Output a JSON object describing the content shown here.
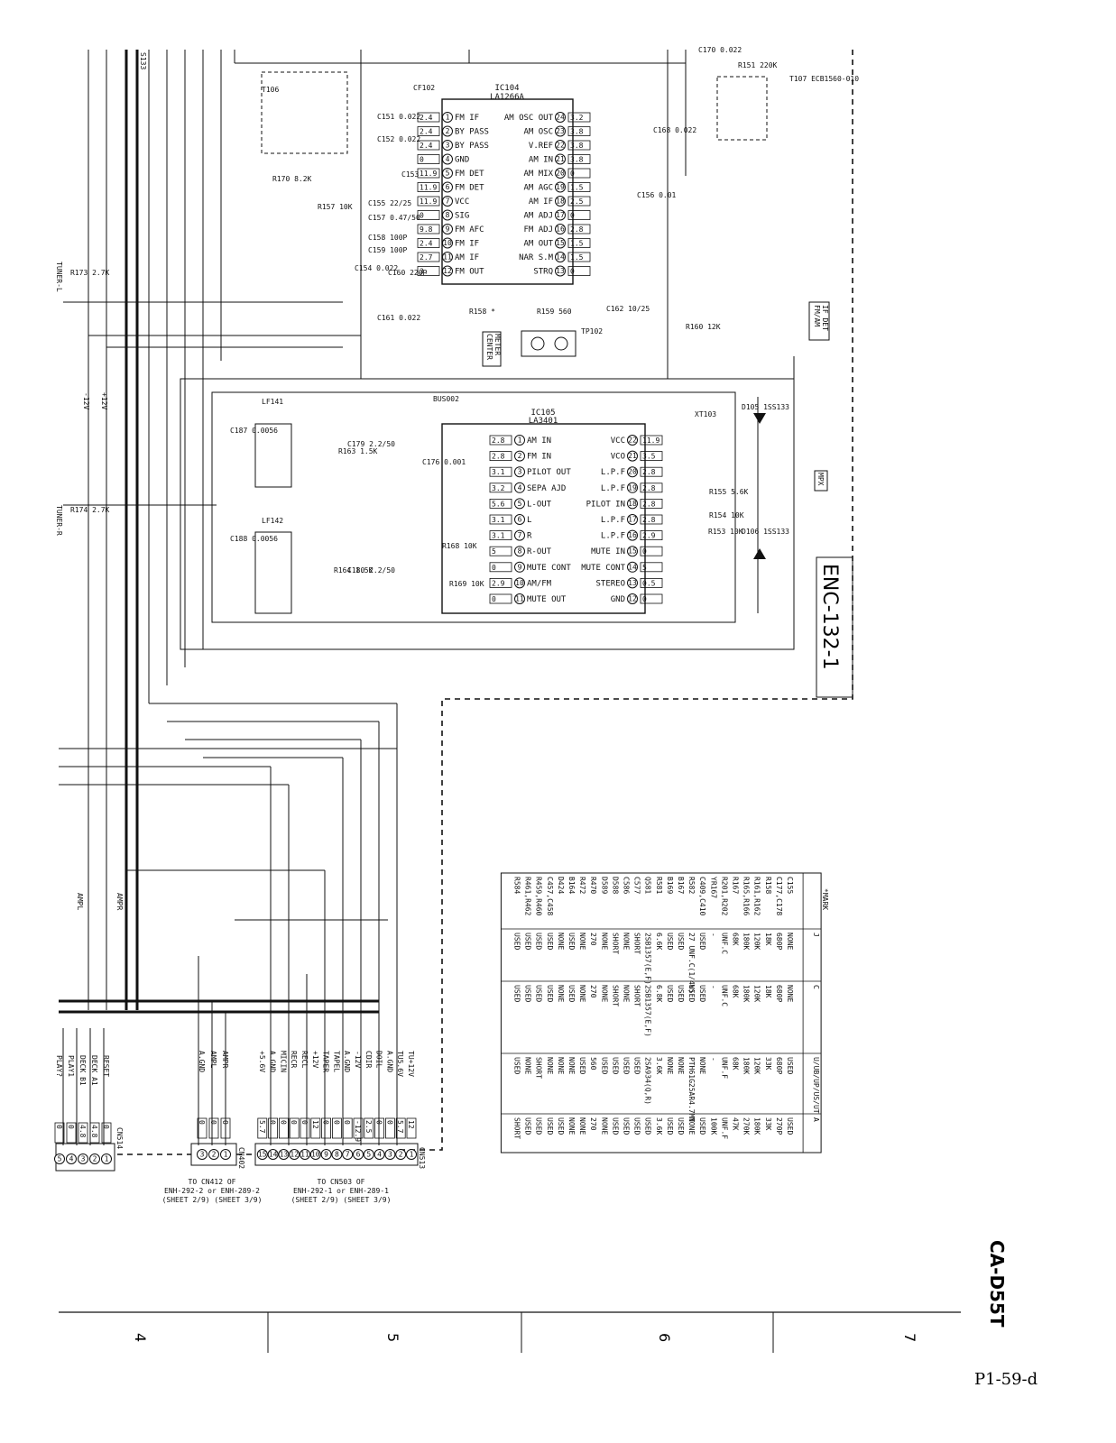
{
  "model": "CA-D55T",
  "page_ref": "P1-59-d",
  "board_label": "ENC-132-1",
  "fm_am_label": [
    "FM/AM",
    "IF DET"
  ],
  "mpx_label": "MPX",
  "center_meter_label": [
    "CENTER",
    "METER"
  ],
  "grid_columns": [
    "4",
    "5",
    "6",
    "7"
  ],
  "ic104": {
    "ref": "IC104",
    "part": "LA1266A",
    "left_pins": [
      {
        "n": "1",
        "name": "FM IF",
        "v": "2.4"
      },
      {
        "n": "2",
        "name": "BY PASS",
        "v": "2.4"
      },
      {
        "n": "3",
        "name": "BY PASS",
        "v": "2.4"
      },
      {
        "n": "4",
        "name": "GND",
        "v": "0"
      },
      {
        "n": "5",
        "name": "FM DET",
        "v": "11.9"
      },
      {
        "n": "6",
        "name": "FM DET",
        "v": "11.9"
      },
      {
        "n": "7",
        "name": "VCC",
        "v": "11.9"
      },
      {
        "n": "8",
        "name": "SIG",
        "v": "0"
      },
      {
        "n": "9",
        "name": "FM AFC",
        "v": "9.8"
      },
      {
        "n": "10",
        "name": "FM IF",
        "v": "2.4"
      },
      {
        "n": "11",
        "name": "AM IF",
        "v": "2.7"
      },
      {
        "n": "12",
        "name": "FM OUT",
        "v": "3."
      }
    ],
    "right_pins": [
      {
        "n": "24",
        "name": "AM OSC OUT",
        "v": "3.2"
      },
      {
        "n": "23",
        "name": "AM OSC",
        "v": "3.8"
      },
      {
        "n": "22",
        "name": "V.REF",
        "v": "3.8"
      },
      {
        "n": "21",
        "name": "AM IN",
        "v": "3.8"
      },
      {
        "n": "20",
        "name": "AM MIX",
        "v": "0"
      },
      {
        "n": "19",
        "name": "AM AGC",
        "v": "1.5"
      },
      {
        "n": "18",
        "name": "AM IF",
        "v": "2.5"
      },
      {
        "n": "17",
        "name": "AM ADJ",
        "v": "0"
      },
      {
        "n": "16",
        "name": "FM ADJ",
        "v": "2.8"
      },
      {
        "n": "15",
        "name": "AM OUT",
        "v": "1.5"
      },
      {
        "n": "14",
        "name": "NAR S.M",
        "v": "1.5"
      },
      {
        "n": "13",
        "name": "STRQ",
        "v": "0"
      }
    ]
  },
  "ic105": {
    "ref": "IC105",
    "part": "LA3401",
    "left_pins": [
      {
        "n": "1",
        "name": "AM IN",
        "v": "2.8"
      },
      {
        "n": "2",
        "name": "FM IN",
        "v": "2.8"
      },
      {
        "n": "3",
        "name": "PILOT OUT",
        "v": "3.1"
      },
      {
        "n": "4",
        "name": "SEPA AJD",
        "v": "3.2"
      },
      {
        "n": "5",
        "name": "L-OUT",
        "v": "5.6"
      },
      {
        "n": "6",
        "name": "L",
        "v": "3.1"
      },
      {
        "n": "7",
        "name": "R",
        "v": "3.1"
      },
      {
        "n": "8",
        "name": "R-OUT",
        "v": "5"
      },
      {
        "n": "9",
        "name": "MUTE CONT",
        "v": "0"
      },
      {
        "n": "10",
        "name": "AM/FM",
        "v": "2.9"
      },
      {
        "n": "11",
        "name": "MUTE OUT",
        "v": "0"
      }
    ],
    "right_pins": [
      {
        "n": "22",
        "name": "VCC",
        "v": "11.9"
      },
      {
        "n": "21",
        "name": "VCO",
        "v": "3.5"
      },
      {
        "n": "20",
        "name": "L.P.F",
        "v": "2.8"
      },
      {
        "n": "19",
        "name": "L.P.F",
        "v": "2.8"
      },
      {
        "n": "18",
        "name": "PILOT IN",
        "v": "2.8"
      },
      {
        "n": "17",
        "name": "L.P.F",
        "v": "2.8"
      },
      {
        "n": "16",
        "name": "L.P.F",
        "v": "2.9"
      },
      {
        "n": "15",
        "name": "MUTE IN",
        "v": "0"
      },
      {
        "n": "14",
        "name": "MUTE CONT",
        "v": "5"
      },
      {
        "n": "13",
        "name": "STEREO",
        "v": "0.5"
      },
      {
        "n": "12",
        "name": "GND",
        "v": "0"
      }
    ]
  },
  "components": [
    {
      "ref": "C151",
      "val": "0.022"
    },
    {
      "ref": "C152",
      "val": "0.022"
    },
    {
      "ref": "C153",
      "val": ""
    },
    {
      "ref": "C154",
      "val": "0.022"
    },
    {
      "ref": "C155",
      "val": "22/25"
    },
    {
      "ref": "C156",
      "val": "0.01"
    },
    {
      "ref": "C157",
      "val": "0.47/50"
    },
    {
      "ref": "C158",
      "val": "100P"
    },
    {
      "ref": "C159",
      "val": "100P"
    },
    {
      "ref": "C160",
      "val": "220P"
    },
    {
      "ref": "C161",
      "val": "0.022"
    },
    {
      "ref": "C162",
      "val": "10/25"
    },
    {
      "ref": "C168",
      "val": "0.022"
    },
    {
      "ref": "C170",
      "val": "0.022"
    },
    {
      "ref": "R151",
      "val": "220K"
    },
    {
      "ref": "R157",
      "val": "10K"
    },
    {
      "ref": "R170",
      "val": "8.2K"
    },
    {
      "ref": "R158",
      "val": "*"
    },
    {
      "ref": "R159",
      "val": "560"
    },
    {
      "ref": "R160",
      "val": "12K"
    },
    {
      "ref": "R173",
      "val": "2.7K"
    },
    {
      "ref": "R174",
      "val": "2.7K"
    },
    {
      "ref": "R153",
      "val": "10K"
    },
    {
      "ref": "R154",
      "val": "10K"
    },
    {
      "ref": "R155",
      "val": "5.6K"
    },
    {
      "ref": "R163",
      "val": "1.5K"
    },
    {
      "ref": "R164",
      "val": "1.5K"
    },
    {
      "ref": "R168",
      "val": "10K"
    },
    {
      "ref": "R169",
      "val": "10K"
    },
    {
      "ref": "C176",
      "val": "0.001"
    },
    {
      "ref": "C179",
      "val": "2.2/50"
    },
    {
      "ref": "C180",
      "val": "2.2/50"
    },
    {
      "ref": "C187",
      "val": "0.0056"
    },
    {
      "ref": "C188",
      "val": "0.0056"
    },
    {
      "ref": "T106",
      "val": ""
    },
    {
      "ref": "T107",
      "val": "ECB1560-010"
    },
    {
      "ref": "LF141",
      "val": ""
    },
    {
      "ref": "LF142",
      "val": ""
    },
    {
      "ref": "D105",
      "val": "1SS133"
    },
    {
      "ref": "D106",
      "val": "1SS133"
    },
    {
      "ref": "TP102",
      "val": ""
    },
    {
      "ref": "CF102",
      "val": ""
    },
    {
      "ref": "XT103",
      "val": ""
    },
    {
      "ref": "BUS002",
      "val": ""
    }
  ],
  "cn513": {
    "ref": "CN513",
    "pins": [
      {
        "n": "1",
        "name": "TU+12V",
        "v": "12"
      },
      {
        "n": "2",
        "name": "TU5.6V",
        "v": "5.7"
      },
      {
        "n": "3",
        "name": "A.GND",
        "v": "0"
      },
      {
        "n": "4",
        "name": "DOIL",
        "v": "0"
      },
      {
        "n": "5",
        "name": "CDIR",
        "v": "2.5"
      },
      {
        "n": "6",
        "name": "-12V",
        "v": "-12.9"
      },
      {
        "n": "7",
        "name": "A.GND",
        "v": "0"
      },
      {
        "n": "8",
        "name": "TAPEL",
        "v": "0"
      },
      {
        "n": "9",
        "name": "TAPER",
        "v": "0"
      },
      {
        "n": "10",
        "name": "+12V",
        "v": "12"
      },
      {
        "n": "11",
        "name": "RECL",
        "v": "0"
      },
      {
        "n": "12",
        "name": "RECR",
        "v": "0"
      },
      {
        "n": "13",
        "name": "MICIN",
        "v": "0"
      },
      {
        "n": "14",
        "name": "A.GND",
        "v": "0"
      },
      {
        "n": "15",
        "name": "+5.6V",
        "v": "5.7"
      }
    ]
  },
  "cn402": {
    "ref": "CN402",
    "pins": [
      {
        "n": "1",
        "name": "AMPR",
        "v": "0"
      },
      {
        "n": "2",
        "name": "AMPL",
        "v": "0"
      },
      {
        "n": "3",
        "name": "A.GND",
        "v": "0"
      }
    ]
  },
  "cn514": {
    "ref": "CN514",
    "pins": [
      {
        "n": "1",
        "name": "RESET",
        "v": "0"
      },
      {
        "n": "2",
        "name": "DECK A1",
        "v": "4.8"
      },
      {
        "n": "3",
        "name": "DECK B1",
        "v": "4.8"
      },
      {
        "n": "4",
        "name": "PLAY1",
        "v": "0"
      },
      {
        "n": "5",
        "name": "PLAY?",
        "v": "0"
      }
    ]
  },
  "side_labels": [
    "S133",
    "+12V",
    "-12V",
    "AMPL",
    "AMPR",
    "TUNER-L",
    "TUNER-R"
  ],
  "cn_notes": [
    {
      "title": "TO CN412 OF",
      "line2": "ENH-292-2 or ENH-289-2",
      "line3": "(SHEET 2/9)  (SHEET 3/9)"
    },
    {
      "title": "TO CN503 OF",
      "line2": "ENH-292-1 or ENH-289-1",
      "line3": "(SHEET 2/9)  (SHEET 3/9)"
    }
  ],
  "mark_table": {
    "title": "*MARK",
    "headers": [
      "",
      "J",
      "C",
      "U/UB/UP/US/UT",
      "A"
    ],
    "rows": [
      [
        "C155",
        "NONE",
        "NONE",
        "USED",
        "USED"
      ],
      [
        "C177,C178",
        "680P",
        "680P",
        "680P",
        "270P"
      ],
      [
        "R158",
        "18K",
        "18K",
        "33K",
        "33K"
      ],
      [
        "R161,R162",
        "120K",
        "120K",
        "120K",
        "180K"
      ],
      [
        "R165,R166",
        "180K",
        "180K",
        "180K",
        "270K"
      ],
      [
        "R167",
        "68K",
        "68K",
        "68K",
        "47K"
      ],
      [
        "R201,R202",
        "UNF.C",
        "UNF.C",
        "UNF.F",
        "UNF.F"
      ],
      [
        "YR167",
        "-",
        "-",
        "-",
        "100K"
      ],
      [
        "C409,C410",
        "USED",
        "USED",
        "NONE",
        "USED"
      ],
      [
        "R582",
        "27 UNF.C(1/4W)",
        "USED",
        "PTH61G25AR4.7MT",
        "NONE"
      ],
      [
        "B167",
        "USED",
        "USED",
        "NONE",
        "USED"
      ],
      [
        "B169",
        "USED",
        "USED",
        "NONE",
        "USED"
      ],
      [
        "R581",
        "6.6K",
        "6.8K",
        "3.6K",
        "3.6K"
      ],
      [
        "Q581",
        "2SB1357(E,F)",
        "2SB1357(E,F)",
        "2SA934(Q,R)",
        "USED"
      ],
      [
        "C577",
        "SHORT",
        "SHORT",
        "USED",
        "USED"
      ],
      [
        "C586",
        "NONE",
        "NONE",
        "USED",
        "USED"
      ],
      [
        "D588",
        "SHORT",
        "SHORT",
        "USED",
        "USED"
      ],
      [
        "D589",
        "NONE",
        "NONE",
        "USED",
        "NONE"
      ],
      [
        "R470",
        "270",
        "270",
        "560",
        "270"
      ],
      [
        "R472",
        "NONE",
        "NONE",
        "USED",
        "NONE"
      ],
      [
        "B164",
        "USED",
        "USED",
        "NONE",
        "NONE"
      ],
      [
        "D424",
        "NONE",
        "NONE",
        "NONE",
        "USED"
      ],
      [
        "C457,C458",
        "USED",
        "USED",
        "NONE",
        "USED"
      ],
      [
        "R459,R460",
        "USED",
        "USED",
        "SHORT",
        "USED"
      ],
      [
        "R461,R462",
        "USED",
        "USED",
        "NONE",
        "USED"
      ],
      [
        "R584",
        "USED",
        "USED",
        "USED",
        "SHORT"
      ]
    ]
  }
}
